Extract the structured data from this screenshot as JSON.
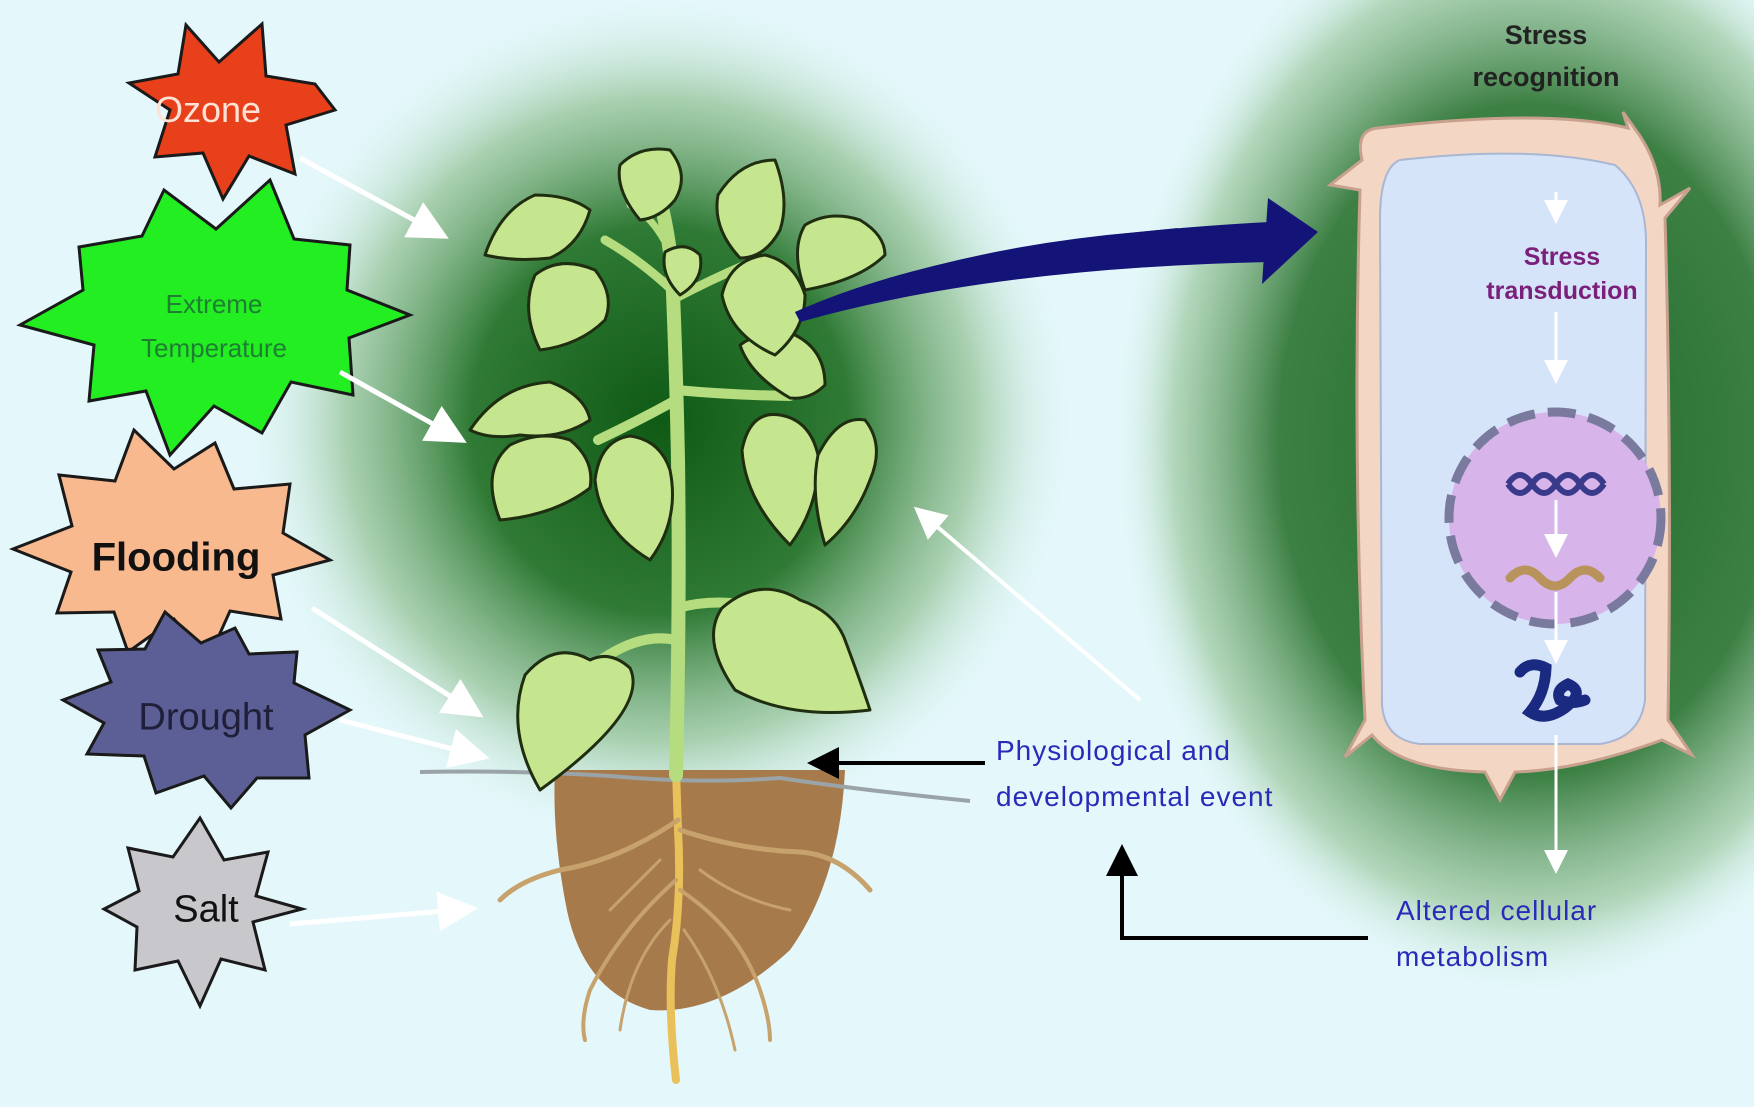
{
  "stressors": {
    "ozone": "Ozone",
    "extreme_temperature_line1": "Extreme",
    "extreme_temperature_line2": "Temperature",
    "flooding": "Flooding",
    "drought": "Drought",
    "salt": "Salt"
  },
  "cell": {
    "recognition_line1": "Stress",
    "recognition_line2": "recognition",
    "transduction_line1": "Stress",
    "transduction_line2": "transduction"
  },
  "outcomes": {
    "physiological_line1": "Physiological and",
    "physiological_line2": "developmental event",
    "altered_line1": "Altered cellular",
    "altered_line2": "metabolism"
  },
  "colors": {
    "ozone": "#e8401a",
    "temperature": "#22ee22",
    "flooding": "#f8b98e",
    "drought": "#5c5f96",
    "salt": "#c8c8cc",
    "leaf": "#c5e68f",
    "soil": "#a77a4b",
    "cell_wall": "#f3d6c4",
    "cytoplasm": "#d5e4f8",
    "nucleus": "#d7b4ea",
    "big_arrow": "#141478",
    "label_blue": "#2a2ab8"
  }
}
